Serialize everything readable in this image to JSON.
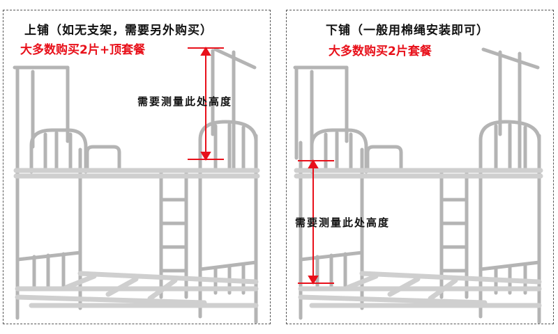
{
  "left_panel": {
    "title": "上铺（如无支架，需要另外购买）",
    "subtitle": "大多数购买2片+顶套餐",
    "measure_label": "需要测量此处高度"
  },
  "right_panel": {
    "title": "下铺（一般用棉绳安装即可）",
    "subtitle": "大多数购买2片套餐",
    "measure_label": "需要测量此处高度"
  },
  "colors": {
    "accent": "#e8101a",
    "frame": "#9a9a9a",
    "frame_light": "#e6e6e6"
  }
}
